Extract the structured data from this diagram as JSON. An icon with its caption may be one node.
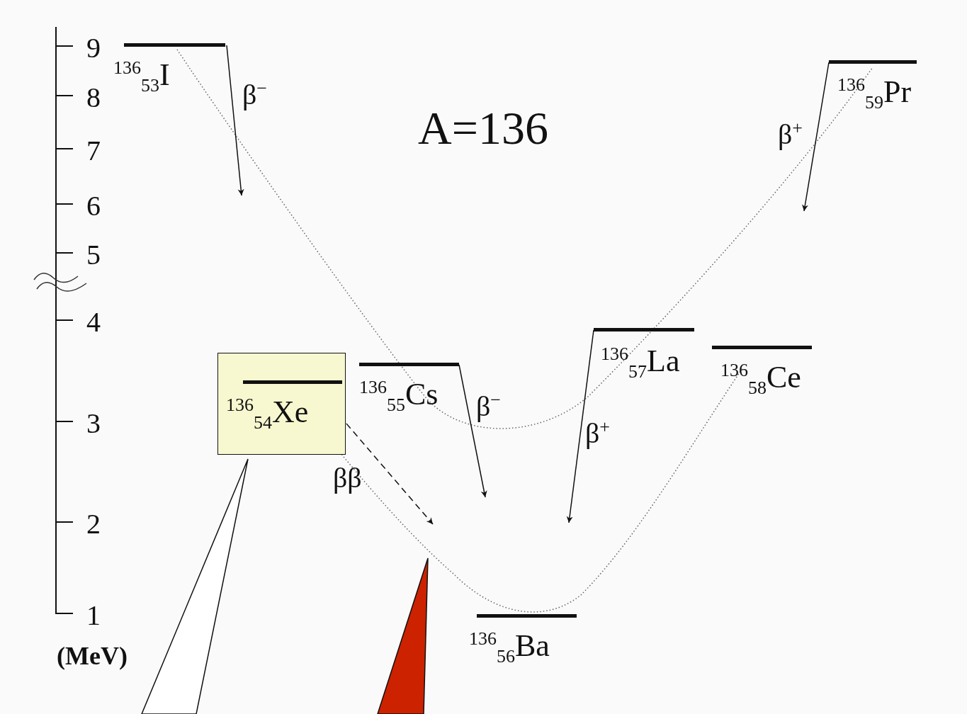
{
  "diagram": {
    "title": "A=136",
    "nodes": [
      {
        "text": [
          "$^{136}$$_{53}$I"
        ]
      },
      {
        "text": [
          "$^{136}$$_{59}$Pr"
        ]
      },
      {
        "text": [
          "$^{136}$$_{57}$La"
        ]
      },
      {
        "text": [
          "$^{136}$$_{54}$Xe"
        ]
      },
      {
        "text": [
          "$^{136}$$_{55}$Cs"
        ]
      },
      {
        "text": [
          "$^{136}$$_{58}$Ce"
        ]
      },
      {
        "text": [
          "$^{136}$$_{56}$Ba"
        ]
      },
      {
        "text": [],
        "shape": "triangle"
      },
      {
        "text": [],
        "shape": "triangle"
      }
    ],
    "edges": [
      {
        "from": 0,
        "to": null,
        "arrow": "to",
        "label": "β$^{−}$"
      },
      {
        "from": 1,
        "to": null,
        "arrow": "to",
        "label": "β$^{+}$"
      },
      {
        "from": 2,
        "to": null,
        "arrow": "to",
        "label": "β$^{+}$"
      },
      {
        "from": 4,
        "to": null,
        "arrow": "to",
        "label": "β$^{−}$"
      },
      {
        "from": 3,
        "to": null,
        "arrow": "to",
        "label": "ββ",
        "style": "dashed"
      }
    ],
    "labels": [
      "9",
      "8",
      "7",
      "6",
      "5",
      "4",
      "3",
      "2",
      "1",
      "(MeV)"
    ]
  }
}
